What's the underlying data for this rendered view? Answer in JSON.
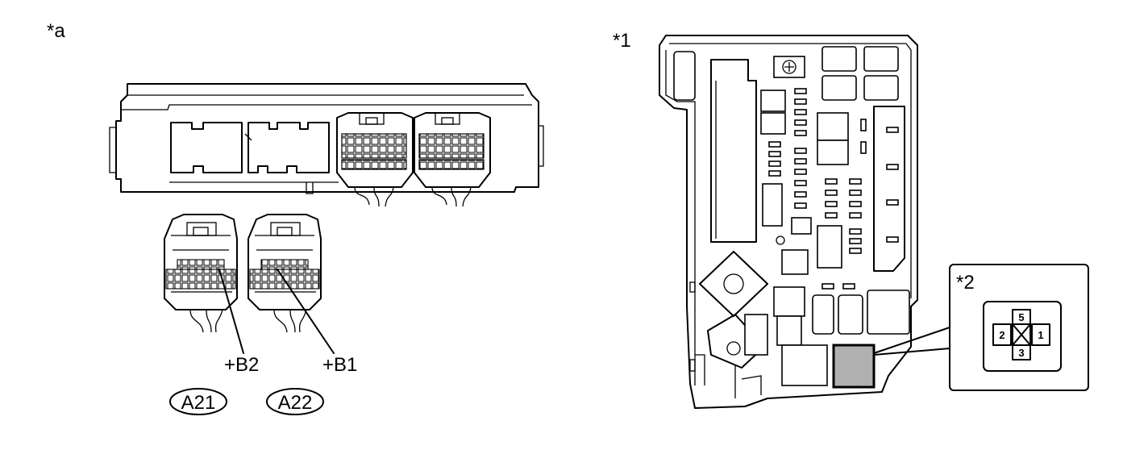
{
  "diagram": {
    "view_ecu": {
      "marker": "*a"
    },
    "view_box": {
      "marker": "*1"
    },
    "inset": {
      "marker": "*2",
      "relay_pins": {
        "top": "5",
        "left": "2",
        "right": "1",
        "bottom": "3"
      }
    },
    "connectors": [
      {
        "code": "A21",
        "terminal": "+B2"
      },
      {
        "code": "A22",
        "terminal": "+B1"
      }
    ],
    "colors": {
      "line": "#000000",
      "highlight": "#b0b0b0",
      "background": "#ffffff"
    }
  }
}
